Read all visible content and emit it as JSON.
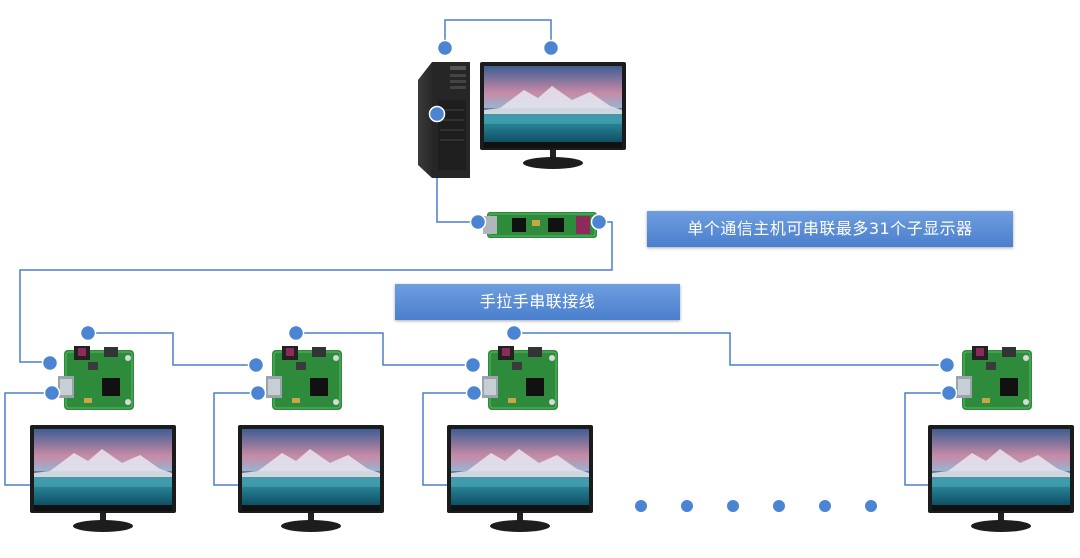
{
  "labels": {
    "max_displays_note": "单个通信主机可串联最多31个子显示器",
    "daisy_chain_cable": "手拉手串联接线"
  },
  "colors": {
    "line": "#4a7fcc",
    "dot": "#4a84d2",
    "callout_bg": "#5b8fd8",
    "pcb_green": "#2e8b3c"
  },
  "nodes": {
    "host": [
      "desktop-pc-icon",
      "host-monitor-icon",
      "communication-host-board-icon"
    ],
    "sub_display_units": 4,
    "ellipsis_dots": 6
  }
}
